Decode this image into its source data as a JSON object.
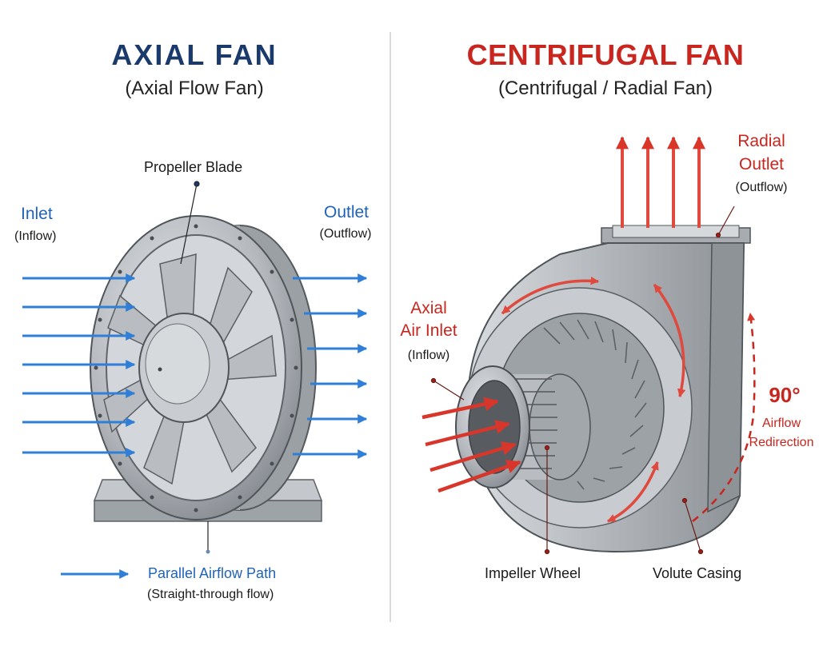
{
  "colors": {
    "axial": "#1a3a6b",
    "centrifugal": "#c8261e",
    "blue_arrow": "#2f7fd8",
    "red_arrow": "#d8362b",
    "metal": "#a9adb2"
  },
  "axial": {
    "title": "AXIAL FAN",
    "subtitle": "(Axial Flow Fan)",
    "propeller_label": "Propeller Blade",
    "inlet_label": "Inlet",
    "inlet_sub": "(Inflow)",
    "outlet_label": "Outlet",
    "outlet_sub": "(Outflow)",
    "path_label": "Parallel Airflow Path",
    "path_sub": "(Straight-through flow)"
  },
  "centrifugal": {
    "title": "CENTRIFUGAL FAN",
    "subtitle": "(Centrifugal / Radial Fan)",
    "radial_line1": "Radial",
    "radial_line2": "Outlet",
    "radial_sub": "(Outflow)",
    "inlet_line1": "Axial",
    "inlet_line2": "Air Inlet",
    "inlet_sub": "(Inflow)",
    "angle": "90°",
    "redirect_line1": "Airflow",
    "redirect_line2": "Redirection",
    "impeller_label": "Impeller Wheel",
    "volute_label": "Volute Casing"
  }
}
